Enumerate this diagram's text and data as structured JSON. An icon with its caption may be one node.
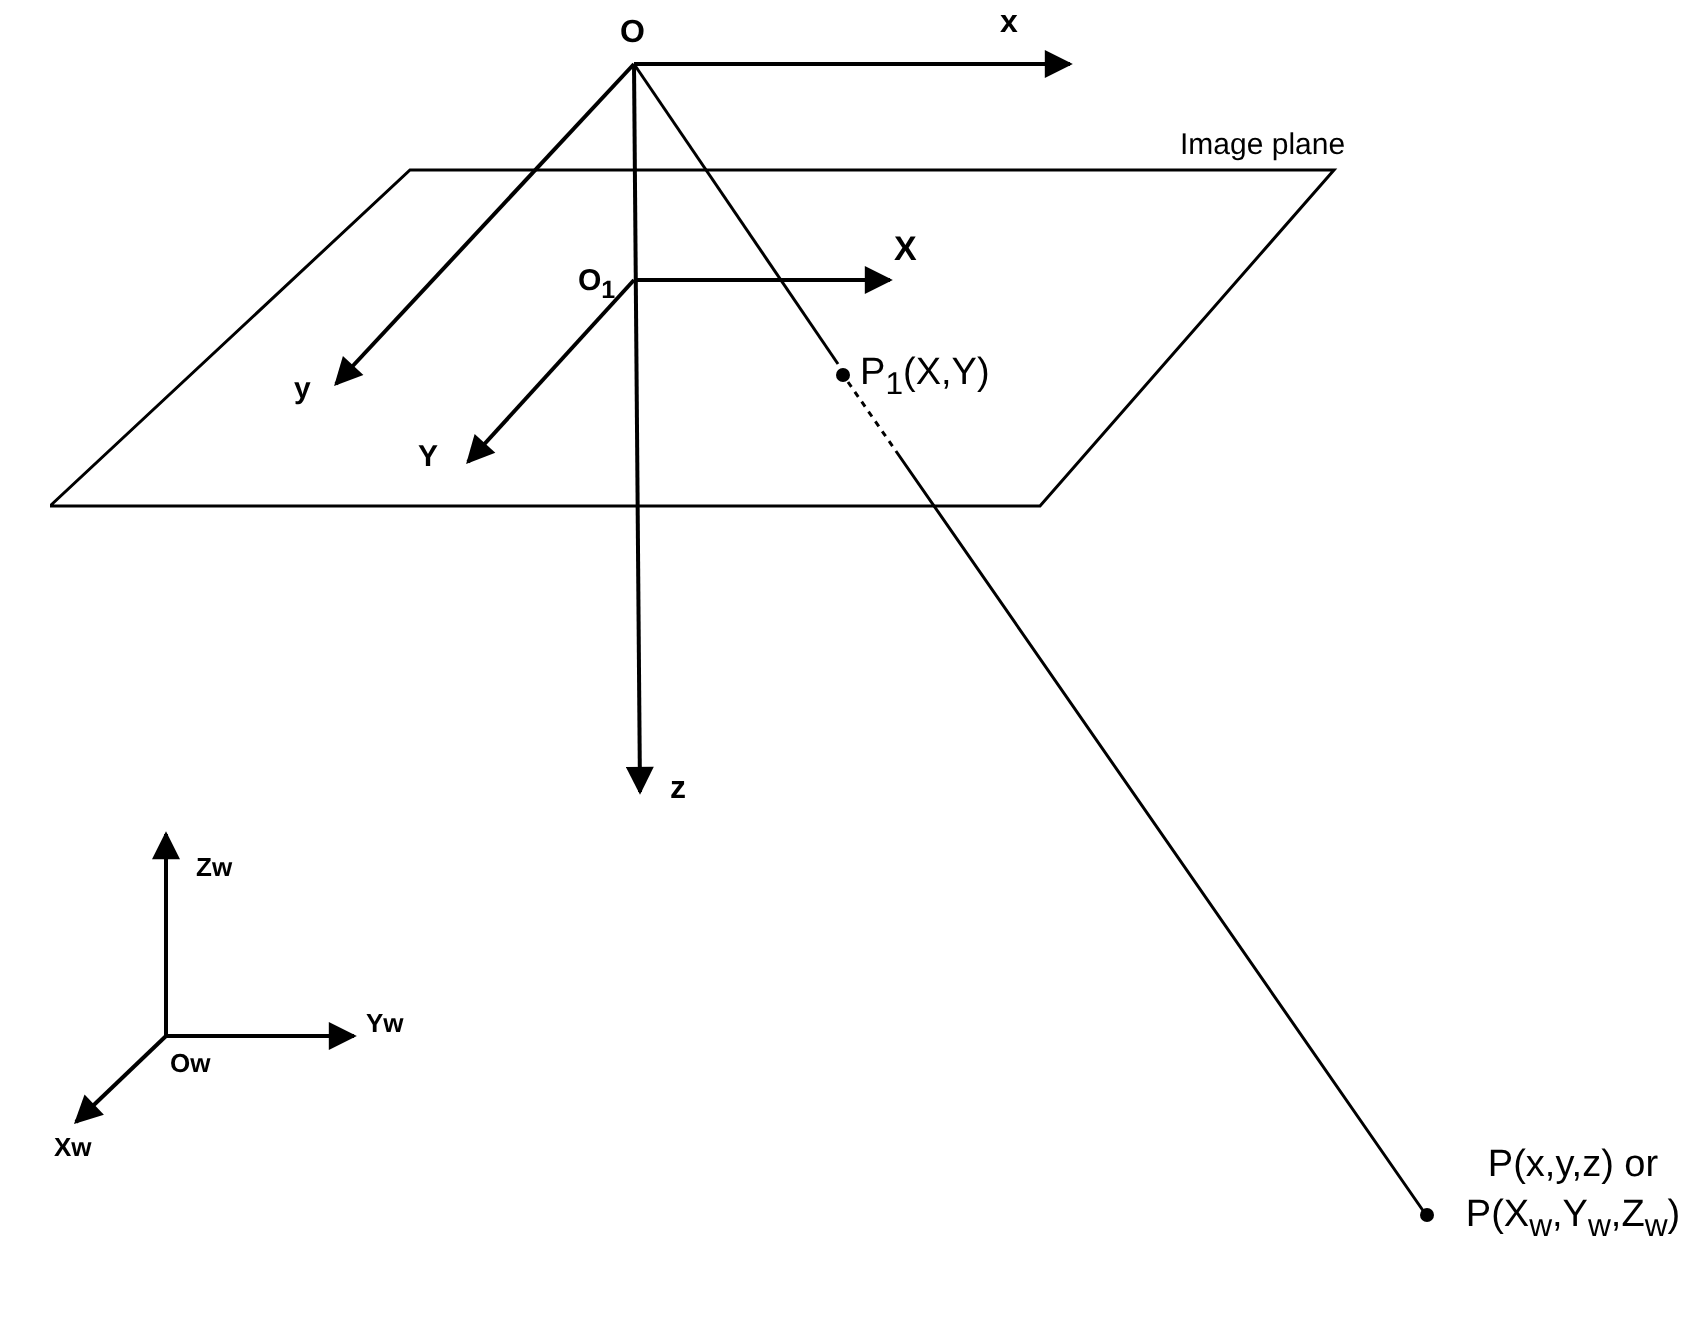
{
  "diagram": {
    "nodes": [
      {
        "text": [
          "Image plane"
        ]
      },
      {
        "text": [
          "O"
        ]
      },
      {
        "text": [
          "P$_{1}$(X,Y)"
        ],
        "in": 0
      },
      {
        "text": [
          "P(x,y,z) or P(X$_{w}$,Y$_{w}$,Z$_{w}$)"
        ]
      }
    ],
    "edges": [
      {
        "from": 1,
        "to": 2,
        "arrow": "none"
      },
      {
        "from": 2,
        "to": 3,
        "arrow": "none",
        "style": "dashed"
      }
    ],
    "labels": [
      "x",
      "O$_{1}$",
      "X",
      "y",
      "Y",
      "z",
      "Zw",
      "Yw",
      "Ow",
      "Xw"
    ]
  }
}
